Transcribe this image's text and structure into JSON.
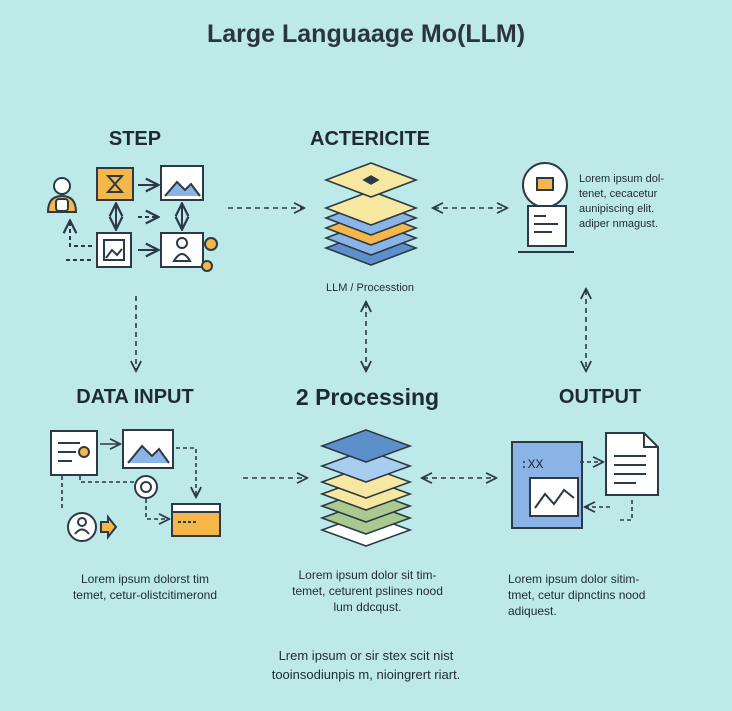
{
  "title": "Large Languaage Mo(LLM)",
  "headings": {
    "step": "STEP",
    "architecture": "ACTERICITE",
    "data_input": "DATA INPUT",
    "processing": "2 Processing",
    "output": "OUTPUT"
  },
  "arch_label": "LLM / Processtion",
  "output_panel_text": ":XX",
  "top_right_text": [
    "Lorem ipsum dol-",
    "tenet, cecacetur",
    "aunipiscing elit.",
    "adiper nmagust."
  ],
  "col1_text": [
    "Lorem ipsum dolorst tim",
    "temet, cetur-olistcitimerond"
  ],
  "col2_text": [
    "Lorem ipsum dolor sit tim-",
    "temet, ceturent pslines nood",
    "lum ddcqust."
  ],
  "col3_text": [
    "Lorem ipsum dolor sitim-",
    "tmet, cetur dipnctins nood",
    "adiquest."
  ],
  "footer": [
    "Lrem ipsum or sir stex scit nist",
    "tooinsodiunpis m, nioingrert riart."
  ],
  "colors": {
    "background": "#bde9e8",
    "stroke": "#2b3a46",
    "accent_orange": "#f5b74a",
    "accent_blue": "#8ab4e6",
    "layer_yellow": "#f6e7a1",
    "layer_green": "#a9c98f",
    "layer_blue": "#5d8fcb"
  }
}
